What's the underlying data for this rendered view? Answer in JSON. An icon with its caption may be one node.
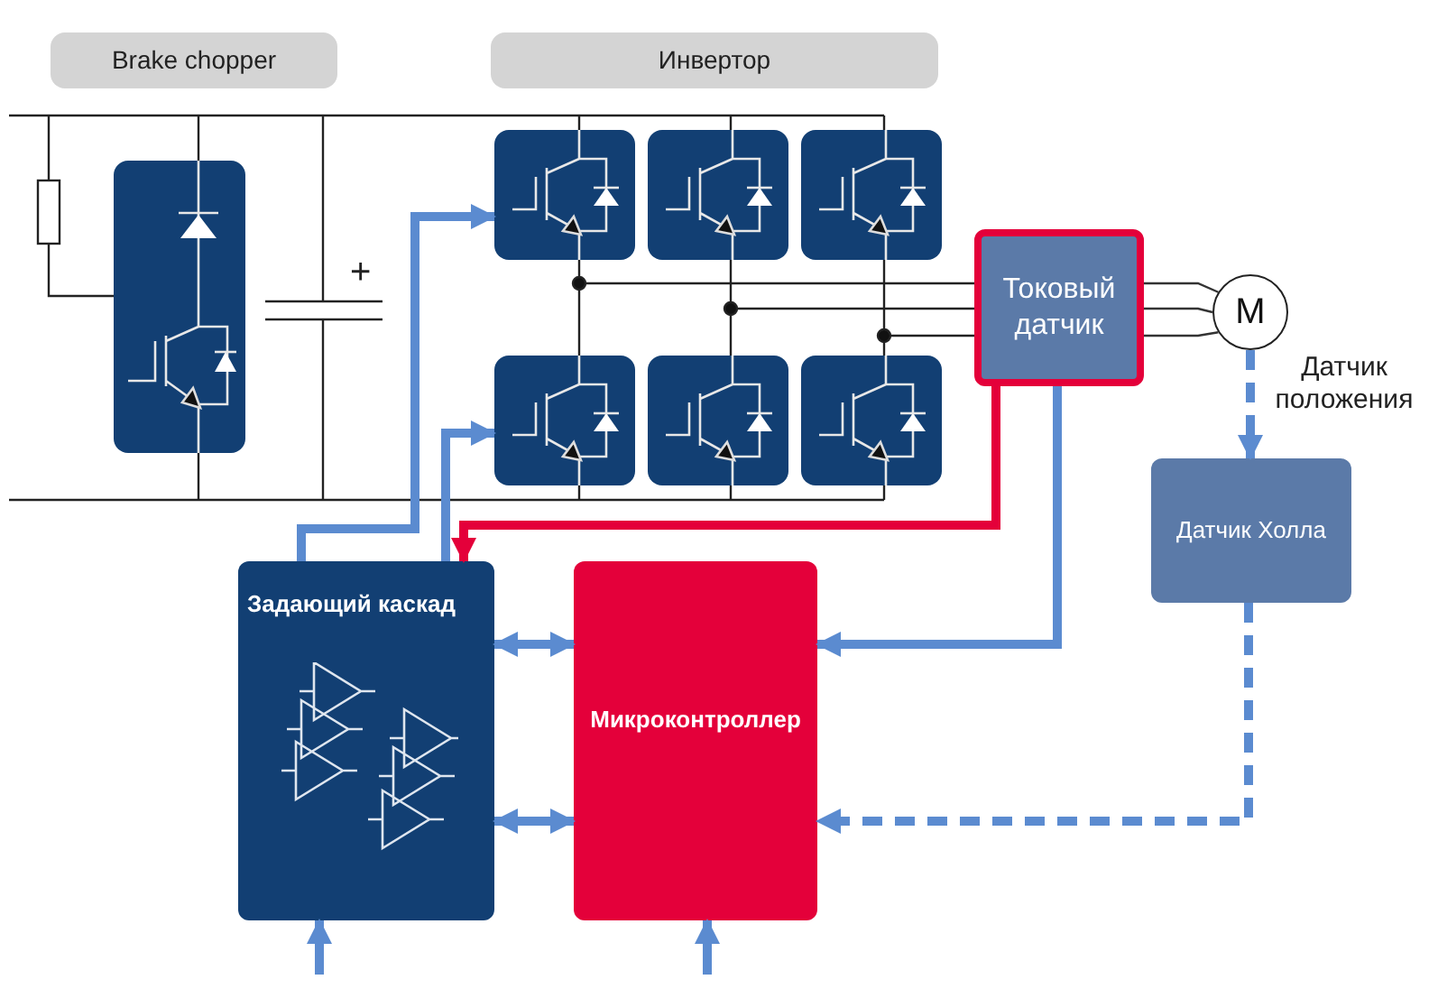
{
  "diagram": {
    "nodes": [
      {
        "text": [
          "Brake chopper"
        ]
      },
      {
        "text": [
          "Инвертор"
        ]
      },
      {
        "text": [],
        "shape": "box"
      },
      {
        "text": [],
        "shape": "box"
      },
      {
        "text": [],
        "shape": "box"
      },
      {
        "text": [],
        "shape": "box"
      },
      {
        "text": [
          "Токовый датчик"
        ]
      },
      {
        "text": [
          "M"
        ]
      },
      {
        "text": [],
        "shape": "box"
      },
      {
        "text": [],
        "shape": "box"
      },
      {
        "text": [],
        "shape": "box"
      },
      {
        "text": [
          "Датчик Холла"
        ]
      },
      {
        "text": [
          "Задающий каскад"
        ]
      },
      {
        "text": [
          "Микроконтроллер"
        ]
      }
    ],
    "edges": [
      {
        "from": 12,
        "to": 3,
        "arrow": "to"
      },
      {
        "from": 12,
        "to": 8,
        "arrow": "to"
      },
      {
        "from": 6,
        "to": 12,
        "arrow": "to",
        "color": "#e4003a"
      },
      {
        "from": 6,
        "to": 13,
        "arrow": "to"
      },
      {
        "from": 12,
        "to": 13,
        "arrow": "both"
      },
      {
        "from": 12,
        "to": 13,
        "arrow": "both"
      },
      {
        "from": 7,
        "to": 11,
        "arrow": "to",
        "style": "dashed",
        "label": "Датчик положения"
      },
      {
        "from": 11,
        "to": 13,
        "arrow": "to",
        "style": "dashed"
      },
      {
        "from": null,
        "to": 12,
        "arrow": "to"
      },
      {
        "from": null,
        "to": 13,
        "arrow": "to"
      },
      {
        "from": 6,
        "to": 7,
        "arrow": "none",
        "color": "#333333"
      },
      {
        "from": 6,
        "to": 7,
        "arrow": "none",
        "color": "#333333"
      },
      {
        "from": 6,
        "to": 7,
        "arrow": "none",
        "color": "#333333"
      }
    ],
    "labels": [
      "+"
    ]
  }
}
